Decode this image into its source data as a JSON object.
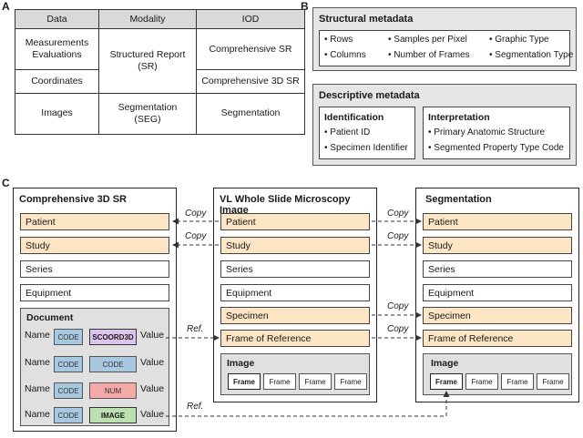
{
  "panels": {
    "a": "A",
    "b": "B",
    "c": "C"
  },
  "table": {
    "headers": [
      "Data",
      "Modality",
      "IOD"
    ],
    "data_cells": [
      "Measurements\nEvaluations",
      "Coordinates",
      "Images"
    ],
    "modality_sr": "Structured Report\n(SR)",
    "modality_seg": "Segmentation\n(SEG)",
    "iod_cells": [
      "Comprehensive SR",
      "Comprehensive 3D SR",
      "Segmentation"
    ]
  },
  "structural": {
    "title": "Structural metadata",
    "items": [
      "Rows",
      "Columns",
      "Samples per Pixel",
      "Number of Frames",
      "Graphic Type",
      "Segmentation Type"
    ]
  },
  "descriptive": {
    "title": "Descriptive metadata",
    "identification": {
      "title": "Identification",
      "items": [
        "Patient ID",
        "Specimen Identifier"
      ]
    },
    "interpretation": {
      "title": "Interpretation",
      "items": [
        "Primary Anatomic Structure",
        "Segmented Property Type Code"
      ]
    }
  },
  "sr": {
    "title": "Comprehensive 3D SR",
    "modules": [
      "Patient",
      "Study",
      "Series",
      "Equipment"
    ],
    "document_title": "Document",
    "rows": [
      {
        "name": "Name",
        "code": "CODE",
        "type": "SCOORD3D",
        "value": "Value"
      },
      {
        "name": "Name",
        "code": "CODE",
        "type": "CODE",
        "value": "Value"
      },
      {
        "name": "Name",
        "code": "CODE",
        "type": "NUM",
        "value": "Value"
      },
      {
        "name": "Name",
        "code": "CODE",
        "type": "IMAGE",
        "value": "Value"
      }
    ]
  },
  "wsi": {
    "title": "VL Whole Slide Microscopy Image",
    "modules": [
      "Patient",
      "Study",
      "Series",
      "Equipment",
      "Specimen",
      "Frame of Reference"
    ],
    "image_title": "Image",
    "frames": [
      "Frame",
      "Frame",
      "Frame",
      "Frame"
    ]
  },
  "seg": {
    "title": "Segmentation",
    "modules": [
      "Patient",
      "Study",
      "Series",
      "Equipment",
      "Specimen",
      "Frame of Reference"
    ],
    "image_title": "Image",
    "frames": [
      "Frame",
      "Frame",
      "Frame",
      "Frame"
    ]
  },
  "arrows": {
    "copy": "Copy",
    "ref": "Ref."
  },
  "colors": {
    "highlight": "#fbe5c5",
    "code_chip": "#a8c8e0",
    "scoord_chip": "#dcc4ec",
    "num_chip": "#f4a8a8",
    "image_chip": "#bde0b0",
    "panel_gray": "#e6e6e6"
  }
}
